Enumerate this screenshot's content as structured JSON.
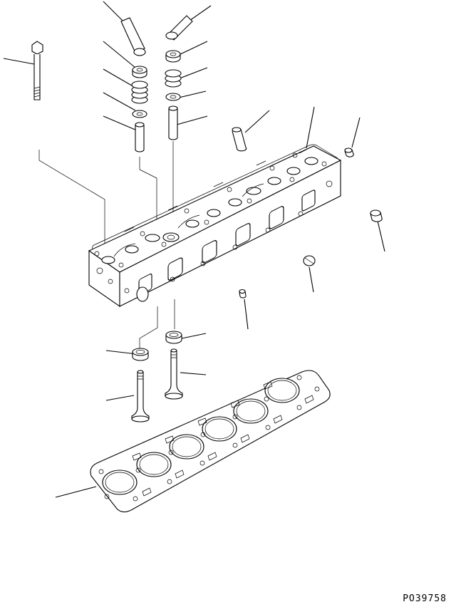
{
  "drawing": {
    "number": "PO39758",
    "colors": {
      "line": "#000000",
      "background": "#ffffff"
    }
  },
  "parts": [
    {
      "name": "cylinder-head-bolt"
    },
    {
      "name": "valve-cotter"
    },
    {
      "name": "spring-retainer"
    },
    {
      "name": "valve-spring"
    },
    {
      "name": "spring-seat"
    },
    {
      "name": "valve-guide"
    },
    {
      "name": "nozzle-sleeve"
    },
    {
      "name": "cylinder-head"
    },
    {
      "name": "plug"
    },
    {
      "name": "expansion-plug"
    },
    {
      "name": "valve-seat-insert"
    },
    {
      "name": "intake-valve"
    },
    {
      "name": "exhaust-valve"
    },
    {
      "name": "cylinder-head-gasket"
    }
  ]
}
